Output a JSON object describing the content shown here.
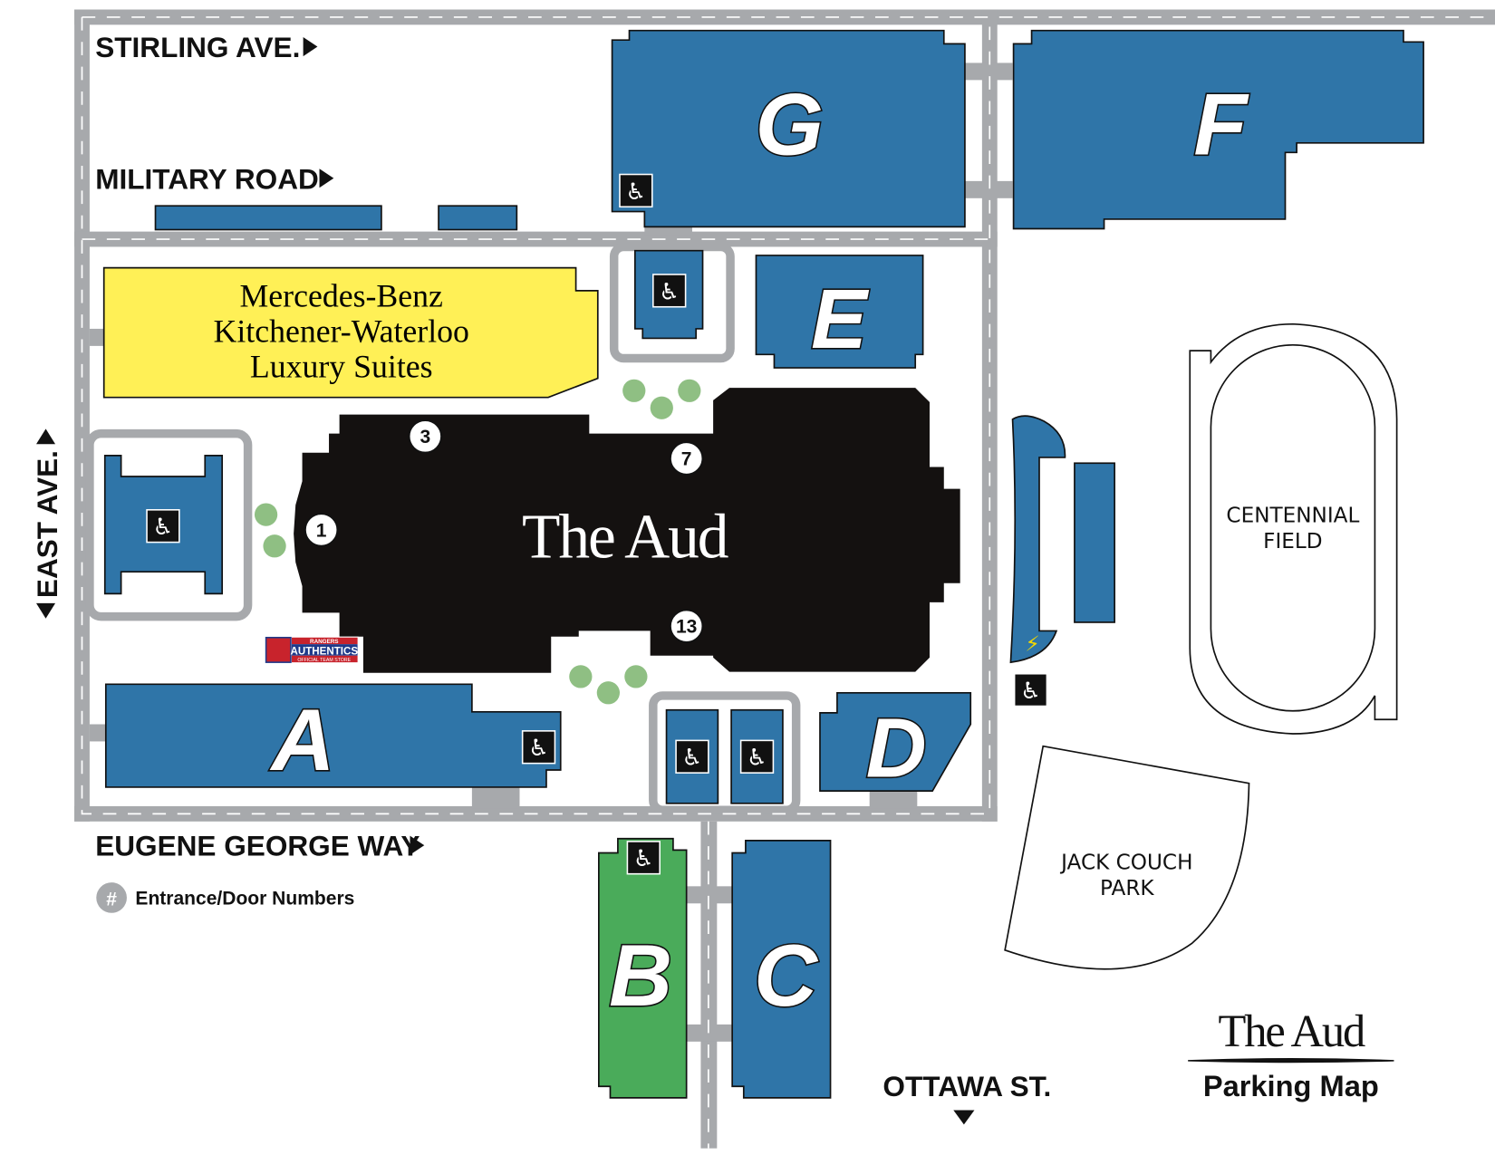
{
  "title": {
    "main": "The Aud",
    "subtitle": "Parking Map"
  },
  "streets": {
    "stirling": "STIRLING AVE.",
    "military": "MILITARY ROAD",
    "east": "EAST AVE.",
    "eugene": "EUGENE GEORGE WAY",
    "ottawa": "OTTAWA ST."
  },
  "places": {
    "arena": "The Aud",
    "suites": [
      "Mercedes-Benz",
      "Kitchener-Waterloo",
      "Luxury Suites"
    ],
    "field": [
      "CENTENNIAL",
      "FIELD"
    ],
    "park": [
      "JACK COUCH",
      "PARK"
    ],
    "store": {
      "top": "RANGERS",
      "main": "AUTHENTICS",
      "bottom": "OFFICIAL TEAM STORE"
    }
  },
  "lots": {
    "A": "A",
    "B": "B",
    "C": "C",
    "D": "D",
    "E": "E",
    "F": "F",
    "G": "G"
  },
  "doors": [
    "1",
    "3",
    "7",
    "13"
  ],
  "legend": {
    "symbol": "#",
    "label": "Entrance/Door Numbers"
  },
  "icons": {
    "accessible": "♿",
    "ev": "⚡"
  },
  "colors": {
    "lot_blue": "#2f75a8",
    "lot_green": "#4aab5a",
    "suites_yellow": "#fff056",
    "arena": "#141110",
    "road": "#a7a9ac"
  }
}
